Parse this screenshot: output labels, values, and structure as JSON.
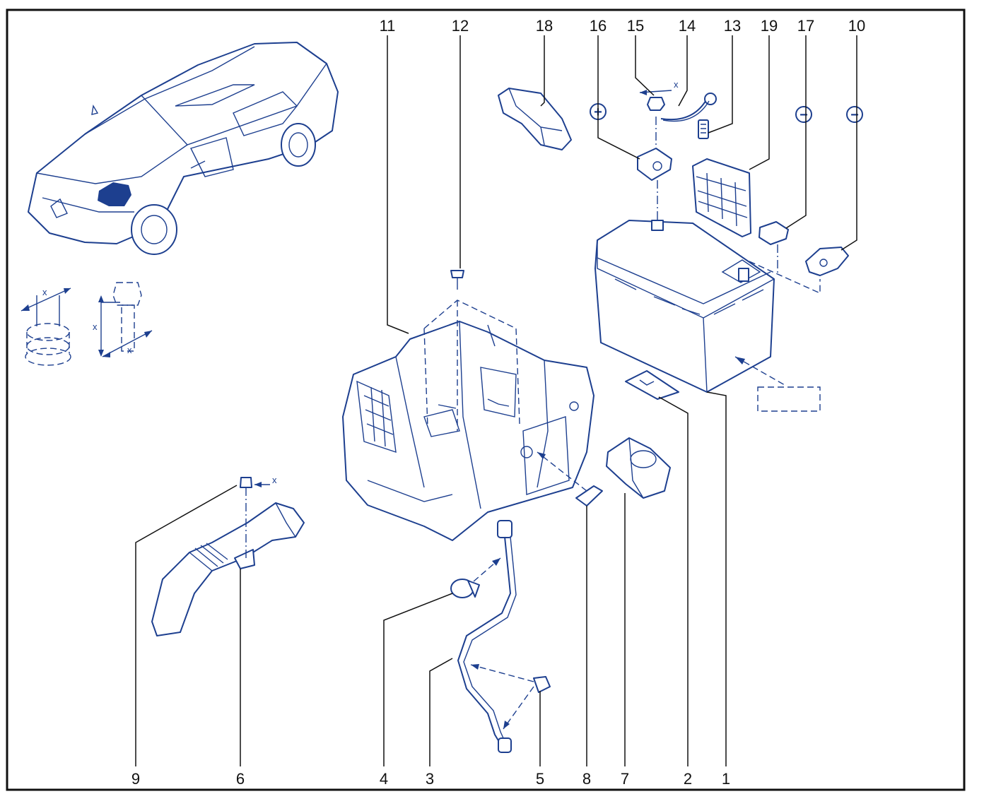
{
  "diagram": {
    "callouts": [
      {
        "id": "callout-1",
        "label": "1"
      },
      {
        "id": "callout-2",
        "label": "2"
      },
      {
        "id": "callout-3",
        "label": "3"
      },
      {
        "id": "callout-4",
        "label": "4"
      },
      {
        "id": "callout-5",
        "label": "5"
      },
      {
        "id": "callout-6",
        "label": "6"
      },
      {
        "id": "callout-7",
        "label": "7"
      },
      {
        "id": "callout-8",
        "label": "8"
      },
      {
        "id": "callout-9",
        "label": "9"
      },
      {
        "id": "callout-10",
        "label": "10"
      },
      {
        "id": "callout-11",
        "label": "11"
      },
      {
        "id": "callout-12",
        "label": "12"
      },
      {
        "id": "callout-13",
        "label": "13"
      },
      {
        "id": "callout-14",
        "label": "14"
      },
      {
        "id": "callout-15",
        "label": "15"
      },
      {
        "id": "callout-16",
        "label": "16"
      },
      {
        "id": "callout-17",
        "label": "17"
      },
      {
        "id": "callout-18",
        "label": "18"
      },
      {
        "id": "callout-19",
        "label": "19"
      }
    ],
    "dimension_marks": {
      "x_label": "x",
      "positive_symbol": "+",
      "negative_symbol": "−"
    },
    "colors": {
      "line": "#1d3f8f",
      "text": "#111111",
      "frame": "#111111",
      "accent_fill": "#e8edf9"
    }
  }
}
